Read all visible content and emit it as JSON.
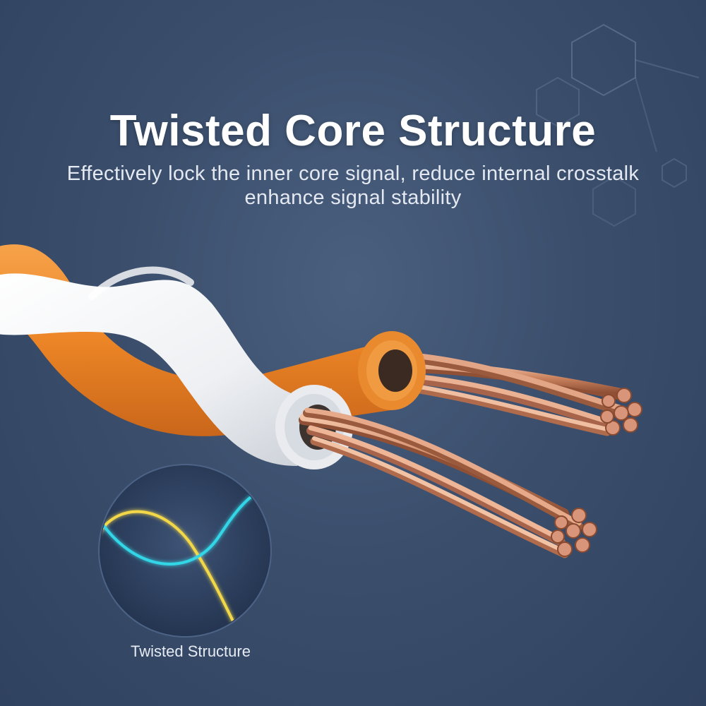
{
  "headline": "Twisted Core Structure",
  "subline_1": "Effectively lock the inner core signal, reduce internal crosstalk",
  "subline_2": "enhance signal stability",
  "inset_caption": "Twisted Structure",
  "colors": {
    "background": "#3b4f6d",
    "orange_insulation": "#ee8a2a",
    "white_insulation": "#f2f3f5",
    "copper": "#c98a6a",
    "wave_cyan": "#33d6e6",
    "wave_yellow": "#f2d84a"
  }
}
